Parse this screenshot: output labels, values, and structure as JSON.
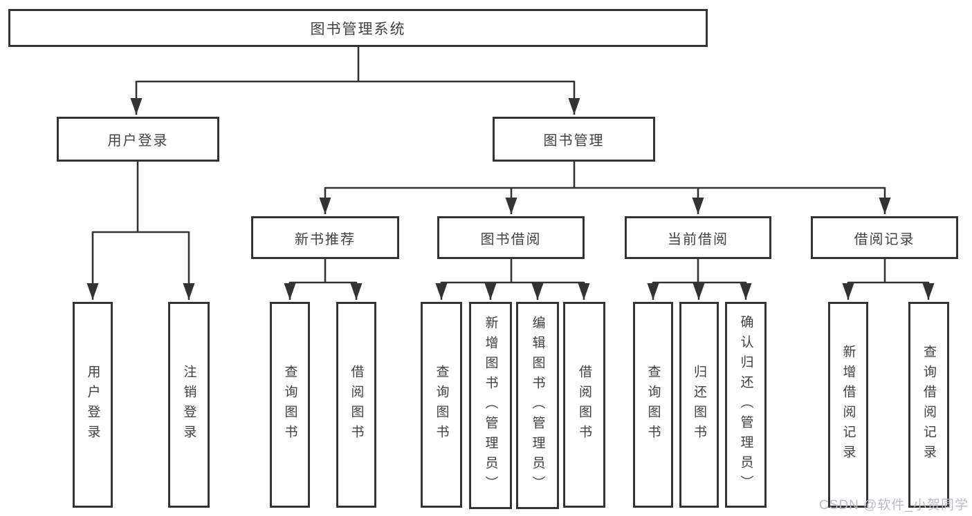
{
  "colors": {
    "line": "#333333",
    "box_border": "#333333",
    "text": "#414141",
    "watermark": "#b9bdc3",
    "background": "#ffffff"
  },
  "watermark": {
    "text": "CSDN @软件_小贺同学"
  },
  "tree": {
    "label": "图书管理系统",
    "children": [
      {
        "label": "用户登录",
        "children": [
          {
            "label": "用户登录"
          },
          {
            "label": "注销登录"
          }
        ]
      },
      {
        "label": "图书管理",
        "children": [
          {
            "label": "新书推荐",
            "children": [
              {
                "label": "查询图书"
              },
              {
                "label": "借阅图书"
              }
            ]
          },
          {
            "label": "图书借阅",
            "children": [
              {
                "label": "查询图书"
              },
              {
                "label": "新增图书（管理员）"
              },
              {
                "label": "编辑图书（管理员）"
              },
              {
                "label": "借阅图书"
              }
            ]
          },
          {
            "label": "当前借阅",
            "children": [
              {
                "label": "查询图书"
              },
              {
                "label": "归还图书"
              },
              {
                "label": "确认归还（管理员）"
              }
            ]
          },
          {
            "label": "借阅记录",
            "children": [
              {
                "label": "新增借阅记录"
              },
              {
                "label": "查询借阅记录"
              }
            ]
          }
        ]
      }
    ]
  }
}
